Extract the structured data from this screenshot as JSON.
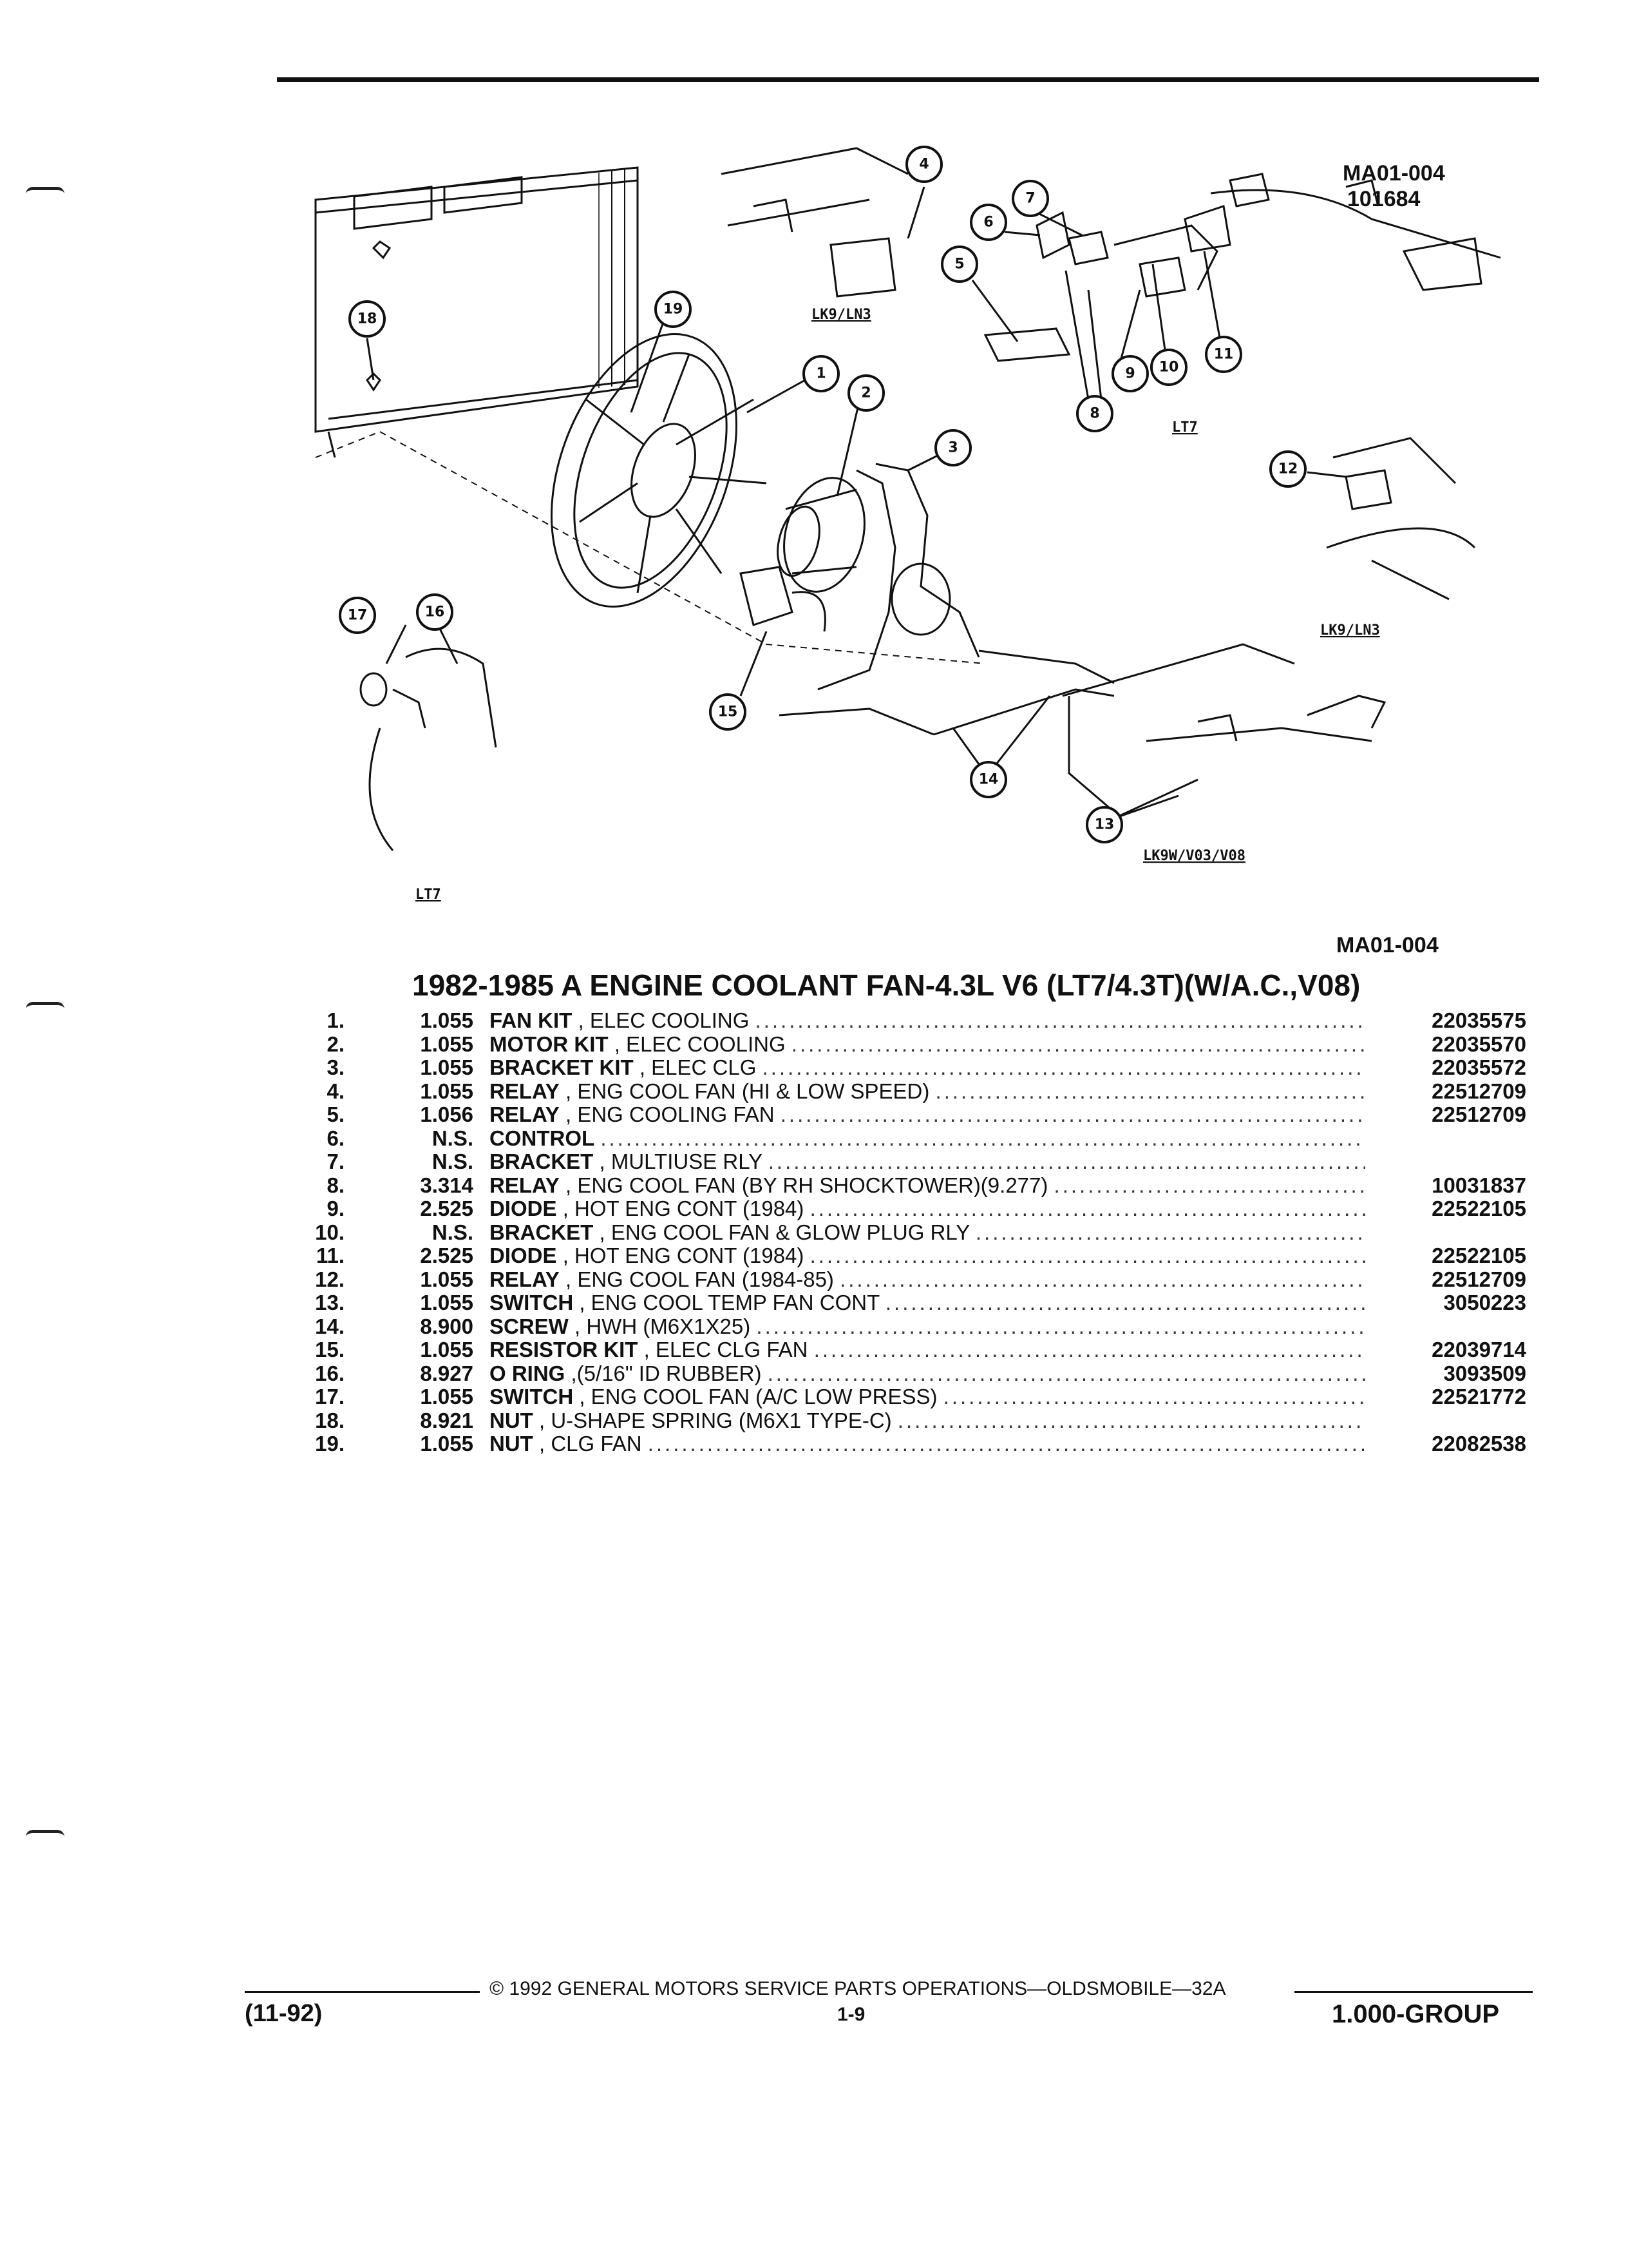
{
  "header": {
    "diagram_ref_1": "MA01-004",
    "diagram_ref_2": "101684",
    "section_ref": "MA01-004"
  },
  "diagram": {
    "labels": {
      "lk9_ln3_top": "LK9/LN3",
      "lt7_right": "LT7",
      "lk9_ln3_right": "LK9/LN3",
      "lk9w": "LK9W/V03/V08",
      "lt7_bottom": "LT7"
    },
    "callouts": [
      "1",
      "2",
      "3",
      "4",
      "5",
      "6",
      "7",
      "8",
      "9",
      "10",
      "11",
      "12",
      "13",
      "14",
      "15",
      "16",
      "17",
      "18",
      "19"
    ]
  },
  "title": "1982-1985 A ENGINE COOLANT FAN-4.3L V6 (LT7/4.3T)(W/A.C.,V08)",
  "parts": [
    {
      "num": "1.",
      "group": "1.055",
      "name": "FAN KIT",
      "detail": ", ELEC COOLING",
      "part": "22035575"
    },
    {
      "num": "2.",
      "group": "1.055",
      "name": "MOTOR KIT",
      "detail": ", ELEC COOLING",
      "part": "22035570"
    },
    {
      "num": "3.",
      "group": "1.055",
      "name": "BRACKET KIT",
      "detail": ", ELEC CLG",
      "part": "22035572"
    },
    {
      "num": "4.",
      "group": "1.055",
      "name": "RELAY",
      "detail": ", ENG COOL FAN (HI & LOW SPEED)",
      "part": "22512709"
    },
    {
      "num": "5.",
      "group": "1.056",
      "name": "RELAY",
      "detail": ", ENG COOLING FAN",
      "part": "22512709"
    },
    {
      "num": "6.",
      "group": "N.S.",
      "name": "CONTROL",
      "detail": "",
      "part": ""
    },
    {
      "num": "7.",
      "group": "N.S.",
      "name": "BRACKET",
      "detail": ", MULTIUSE RLY",
      "part": ""
    },
    {
      "num": "8.",
      "group": "3.314",
      "name": "RELAY",
      "detail": ", ENG COOL FAN (BY RH SHOCKTOWER)(9.277)",
      "part": "10031837"
    },
    {
      "num": "9.",
      "group": "2.525",
      "name": "DIODE",
      "detail": ", HOT ENG CONT (1984)",
      "part": "22522105"
    },
    {
      "num": "10.",
      "group": "N.S.",
      "name": "BRACKET",
      "detail": ", ENG COOL FAN & GLOW PLUG RLY",
      "part": ""
    },
    {
      "num": "11.",
      "group": "2.525",
      "name": "DIODE",
      "detail": ", HOT ENG CONT (1984)",
      "part": "22522105"
    },
    {
      "num": "12.",
      "group": "1.055",
      "name": "RELAY",
      "detail": ", ENG COOL FAN (1984-85)",
      "part": "22512709"
    },
    {
      "num": "13.",
      "group": "1.055",
      "name": "SWITCH",
      "detail": ", ENG COOL TEMP FAN CONT",
      "part": "3050223"
    },
    {
      "num": "14.",
      "group": "8.900",
      "name": "SCREW",
      "detail": ", HWH (M6X1X25)",
      "part": ""
    },
    {
      "num": "15.",
      "group": "1.055",
      "name": "RESISTOR KIT",
      "detail": ", ELEC CLG FAN",
      "part": "22039714"
    },
    {
      "num": "16.",
      "group": "8.927",
      "name": "O RING",
      "detail": ",(5/16\" ID RUBBER)",
      "part": "3093509"
    },
    {
      "num": "17.",
      "group": "1.055",
      "name": "SWITCH",
      "detail": ", ENG COOL FAN (A/C LOW PRESS)",
      "part": "22521772"
    },
    {
      "num": "18.",
      "group": "8.921",
      "name": "NUT",
      "detail": ", U-SHAPE SPRING (M6X1 TYPE-C)",
      "part": ""
    },
    {
      "num": "19.",
      "group": "1.055",
      "name": "NUT",
      "detail": ", CLG FAN",
      "part": "22082538"
    }
  ],
  "footer": {
    "copyright": "© 1992 GENERAL MOTORS SERVICE PARTS OPERATIONS—OLDSMOBILE—32A",
    "date": "(11-92)",
    "page": "1-9",
    "group": "1.000-GROUP"
  }
}
